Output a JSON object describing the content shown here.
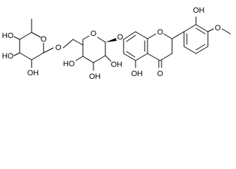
{
  "molecule": {
    "atoms": {
      "ring_oxygen_rhamnose": "O",
      "glycosidic_oxygen_1": "O",
      "ring_oxygen_glucose": "O",
      "glycosidic_oxygen_2": "O",
      "ring_oxygen_chromanone": "O",
      "carbonyl_oxygen": "O",
      "methoxy_oxygen": "O"
    },
    "hydroxyl_groups": {
      "rhamnose_oh_top": "HO",
      "rhamnose_oh_mid": "HO",
      "rhamnose_oh_bottom": "OH",
      "glucose_oh_left": "HO",
      "glucose_oh_mid": "OH",
      "glucose_oh_right": "OH",
      "aglycone_oh_5": "OH",
      "bphenyl_oh": "OH"
    }
  },
  "colors": {
    "bond": "#000000",
    "label": "#000000",
    "background": "#ffffff"
  }
}
